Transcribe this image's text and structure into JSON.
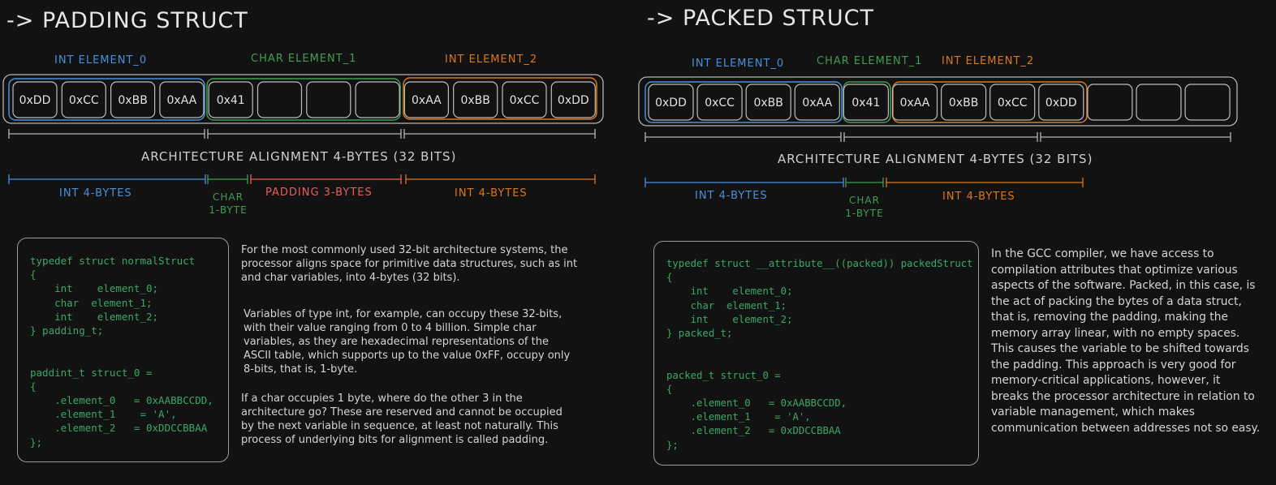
{
  "left": {
    "title": "-> PADDING STRUCT",
    "element_labels": [
      "INT ELEMENT_0",
      "CHAR ELEMENT_1",
      "INT ELEMENT_2"
    ],
    "cells": [
      "0xDD",
      "0xCC",
      "0xBB",
      "0xAA",
      "0x41",
      "",
      "",
      "",
      "0xAA",
      "0xBB",
      "0xCC",
      "0xDD"
    ],
    "alignment_label": "ARCHITECTURE ALIGNMENT 4-BYTES (32 BITS)",
    "size_labels": {
      "int_a": "INT 4-BYTES",
      "char_top": "CHAR",
      "char_bottom": "1-BYTE",
      "padding": "PADDING 3-BYTES",
      "int_b": "INT 4-BYTES"
    },
    "code": "typedef struct normalStruct\n{\n    int    element_0;\n    char  element_1;\n    int    element_2;\n} padding_t;\n\n\npaddint_t struct_0 =\n{\n    .element_0   = 0xAABBCCDD,\n    .element_1    = 'A',\n    .element_2   = 0xDDCCBBAA\n};",
    "paragraphs": [
      "For the most commonly used 32-bit architecture systems, the processor aligns space for primitive data structures, such as int and char variables, into 4-bytes (32 bits).",
      "Variables of type int, for example, can occupy these 32-bits, with their value ranging from 0 to 4 billion. Simple char variables, as they are hexadecimal representations of the ASCII table, which supports up to the value 0xFF, occupy only 8-bits, that is, 1-byte.",
      "If a char occupies 1 byte, where do the other 3 in the architecture go? These are reserved and cannot be occupied by the next variable in sequence, at least not naturally. This process of underlying bits for alignment is called padding."
    ]
  },
  "right": {
    "title": "-> PACKED STRUCT",
    "element_labels": [
      "INT ELEMENT_0",
      "CHAR ELEMENT_1",
      "INT ELEMENT_2"
    ],
    "cells": [
      "0xDD",
      "0xCC",
      "0xBB",
      "0xAA",
      "0x41",
      "0xAA",
      "0xBB",
      "0xCC",
      "0xDD",
      "",
      "",
      ""
    ],
    "alignment_label": "ARCHITECTURE ALIGNMENT 4-BYTES (32 BITS)",
    "size_labels": {
      "int_a": "INT 4-BYTES",
      "char_top": "CHAR",
      "char_bottom": "1-BYTE",
      "int_b": "INT 4-BYTES"
    },
    "code": "typedef struct __attribute__((packed)) packedStruct\n{\n    int    element_0;\n    char  element_1;\n    int    element_2;\n} packed_t;\n\n\npacked_t struct_0 =\n{\n    .element_0   = 0xAABBCCDD,\n    .element_1    = 'A',\n    .element_2   = 0xDDCCBBAA\n};",
    "paragraph": "In the GCC compiler, we have access to compilation attributes that optimize various aspects of the software. Packed, in this case, is the act of packing the bytes of a data struct, that is, removing the padding, making the memory array linear, with no empty spaces. This causes the variable to be shifted towards the padding. This approach is very good for memory-critical applications, however, it breaks the processor architecture in relation to variable management, which makes communication between addresses not so easy."
  },
  "colors": {
    "int_element_0": "#4a90d9",
    "char_element_1": "#3f9e4f",
    "int_element_2": "#d9781f",
    "padding": "#e85d5d",
    "code": "#3aa867",
    "outline": "#b5b5b5"
  }
}
